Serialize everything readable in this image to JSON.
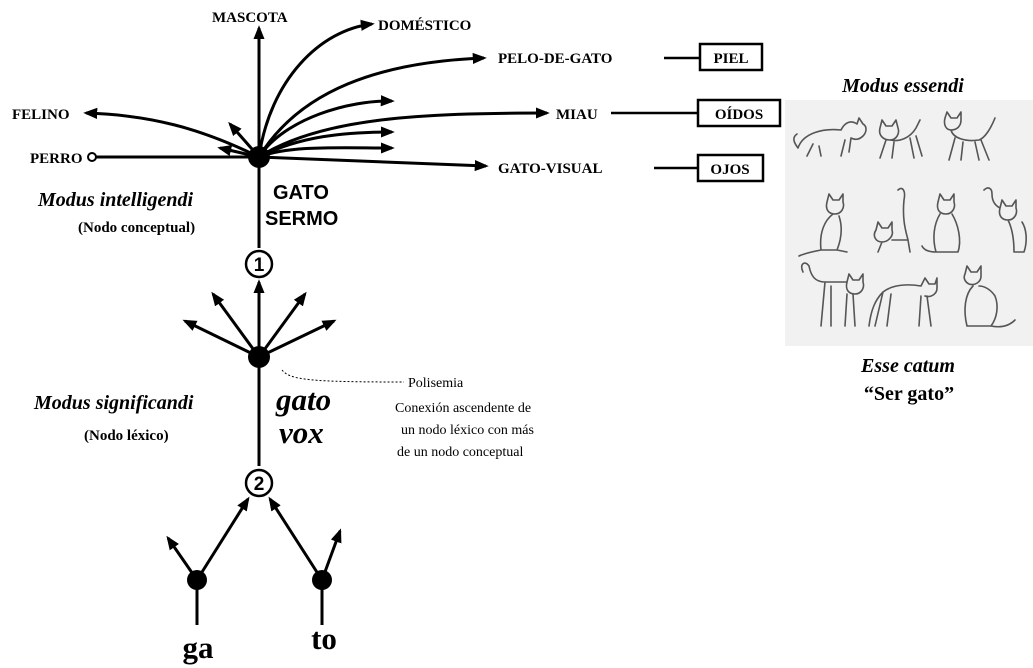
{
  "concept_node": {
    "labels": {
      "mascota": "MASCOTA",
      "domestico": "DOMÉSTICO",
      "pelo_de_gato": "PELO-DE-GATO",
      "felino": "FELINO",
      "miau": "MIAU",
      "perro": "PERRO",
      "gato_visual": "GATO-VISUAL"
    },
    "sense_boxes": {
      "piel": "PIEL",
      "oidos": "OÍDOS",
      "ojos": "OJOS"
    },
    "modus_title": "Modus intelligendi",
    "modus_subtitle": "(Nodo conceptual)",
    "name_line1": "GATO",
    "name_line2": "SERMO"
  },
  "connectors": {
    "one": "1",
    "two": "2"
  },
  "lexical_node": {
    "modus_title": "Modus significandi",
    "modus_subtitle": "(Nodo léxico)",
    "word_line1": "gato",
    "word_line2": "vox"
  },
  "polysemy_note": {
    "title": "Polisemia",
    "line1": "Conexión ascendente de",
    "line2": "un nodo léxico con más",
    "line3": "de un nodo conceptual"
  },
  "syllables": {
    "ga": "ga",
    "to": "to"
  },
  "essendi_panel": {
    "title": "Modus essendi",
    "caption_line1": "Esse catum",
    "caption_line2": "“Ser gato”",
    "panel_color": "#f1f1f1"
  }
}
